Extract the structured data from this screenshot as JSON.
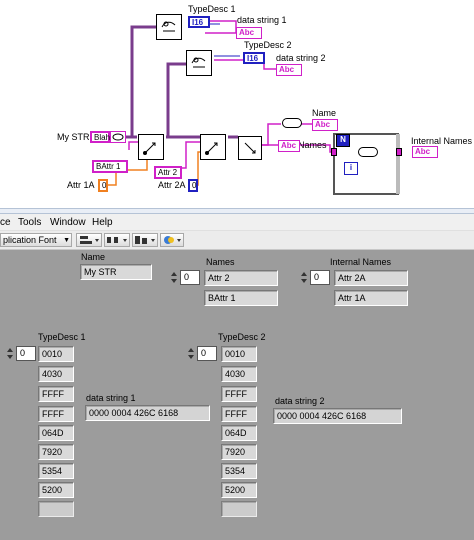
{
  "diagram": {
    "labels": {
      "my_str": "My STR",
      "typedesc1": "TypeDesc 1",
      "typedesc2": "TypeDesc 2",
      "data_string1": "data string 1",
      "data_string2": "data string 2",
      "name": "Name",
      "names": "Names",
      "internal_names": "Internal Names",
      "attr1a": "Attr 1A",
      "attr2a": "Attr 2A"
    },
    "constants": {
      "blah": "Blah",
      "battr1": "BAttr 1",
      "attr2": "Attr 2",
      "zero1": "0",
      "zero2": "0"
    },
    "terminals": {
      "i16": "I16",
      "abc": "Abc",
      "loop_n": "N",
      "loop_i": "i"
    },
    "colors": {
      "string_wire": "#d020c8",
      "cluster_wire": "#7a3c8c",
      "numeric_wire": "#f08020",
      "int_terminal": "#2020c0"
    }
  },
  "menubar": {
    "items": [
      "ce",
      "Tools",
      "Window",
      "Help"
    ]
  },
  "toolbar": {
    "font_selector": "plication Font"
  },
  "panel": {
    "name": {
      "label": "Name",
      "value": "My STR"
    },
    "names": {
      "label": "Names",
      "index": "0",
      "values": [
        "Attr 2",
        "BAttr 1"
      ]
    },
    "internal_names": {
      "label": "Internal Names",
      "index": "0",
      "values": [
        "Attr 2A",
        "Attr 1A"
      ]
    },
    "typedesc1": {
      "label": "TypeDesc 1",
      "index": "0",
      "values": [
        "0010",
        "4030",
        "FFFF",
        "FFFF",
        "064D",
        "7920",
        "5354",
        "5200",
        ""
      ]
    },
    "typedesc2": {
      "label": "TypeDesc 2",
      "index": "0",
      "values": [
        "0010",
        "4030",
        "FFFF",
        "FFFF",
        "064D",
        "7920",
        "5354",
        "5200",
        ""
      ]
    },
    "data_string1": {
      "label": "data string 1",
      "value": "0000 0004 426C 6168"
    },
    "data_string2": {
      "label": "data string 2",
      "value": "0000 0004 426C 6168"
    }
  }
}
